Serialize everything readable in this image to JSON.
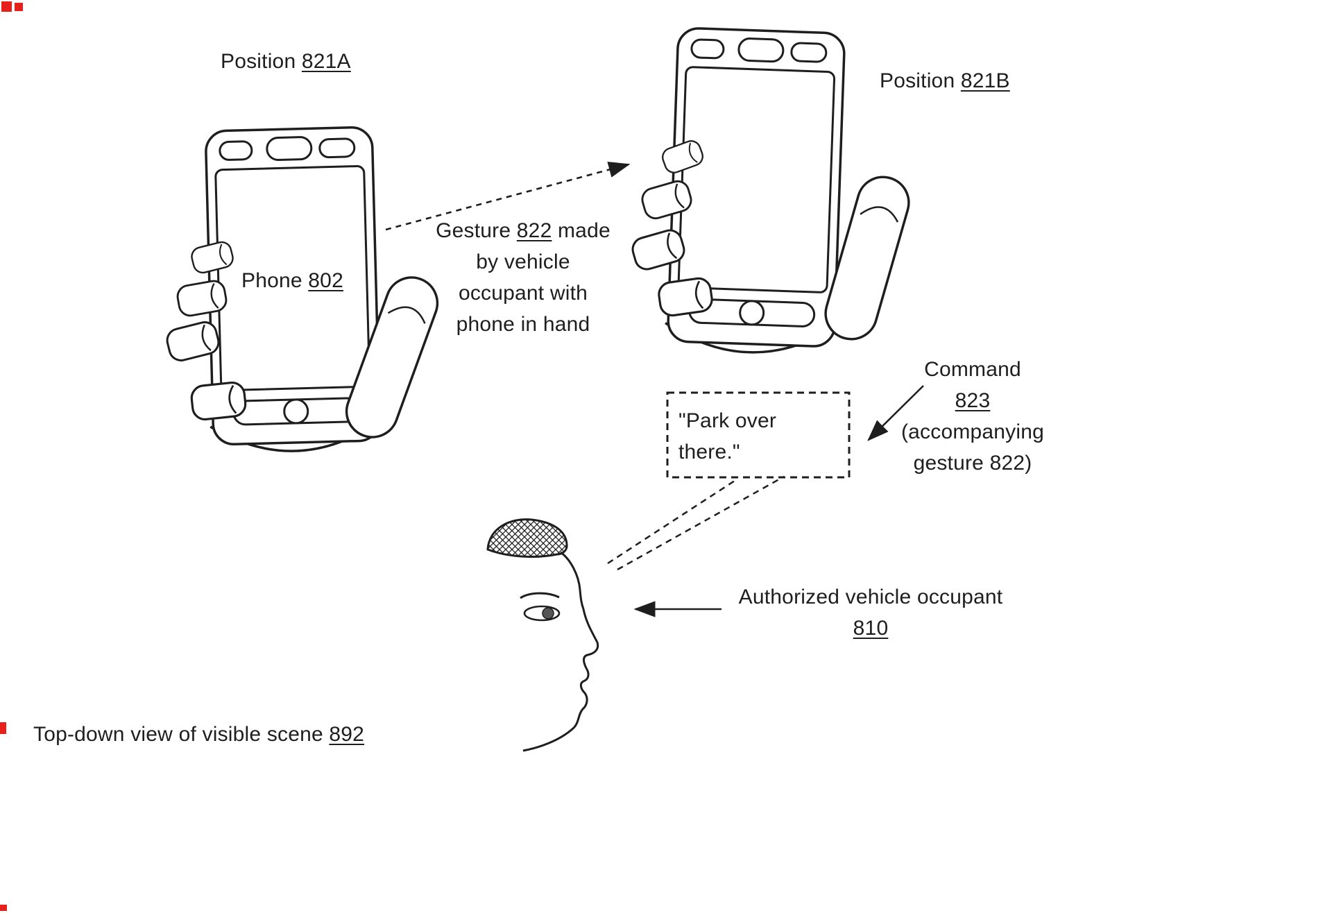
{
  "colors": {
    "ink": "#1e1e1e",
    "scan_artifact_red": "#e8201a"
  },
  "labels": {
    "position_a": {
      "prefix": "Position ",
      "ref": "821A"
    },
    "position_b": {
      "prefix": "Position ",
      "ref": "821B"
    },
    "phone": {
      "prefix": "Phone ",
      "ref": "802"
    },
    "gesture_lines": [
      {
        "pre": "Gesture ",
        "ref": "822",
        "post": " made"
      },
      {
        "text": "by vehicle"
      },
      {
        "text": "occupant with"
      },
      {
        "text": "phone in hand"
      }
    ],
    "speech": {
      "text": "\"Park over there.\""
    },
    "command": {
      "line1": "Command",
      "ref": "823",
      "line2": "(accompanying gesture 822)"
    },
    "occupant": {
      "line1": "Authorized vehicle occupant",
      "ref": "810"
    },
    "caption": {
      "prefix": "Top-down view of visible scene ",
      "ref": "892"
    }
  }
}
